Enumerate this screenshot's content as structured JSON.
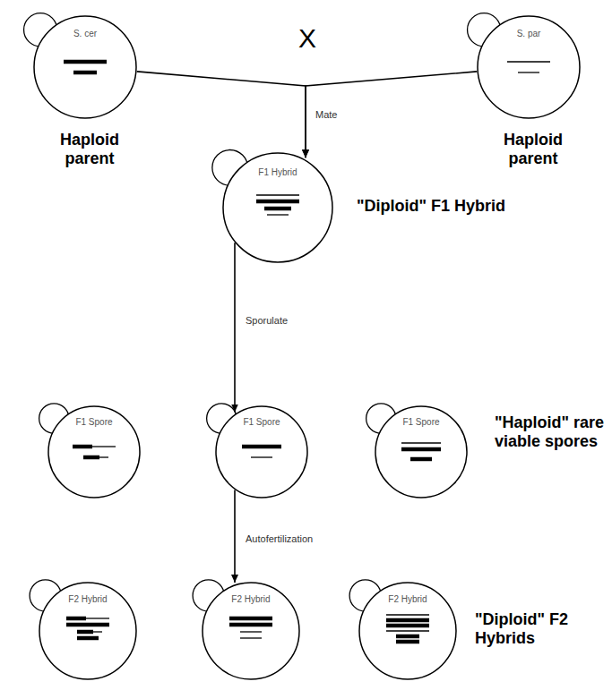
{
  "diagram": {
    "nodes": [
      {
        "text": [
          "S. cer"
        ]
      },
      {
        "text": [
          "S. par"
        ]
      },
      {
        "text": [
          "F1 Hybrid"
        ]
      },
      {
        "text": [
          "F1 Spore"
        ]
      },
      {
        "text": [
          "F1 Spore"
        ]
      },
      {
        "text": [
          "F1 Spore"
        ]
      },
      {
        "text": [
          "F2 Hybrid"
        ]
      },
      {
        "text": [
          "F2 Hybrid"
        ]
      },
      {
        "text": [
          "F2 Hybrid"
        ]
      }
    ],
    "edges": [
      {
        "from": 0,
        "to": 2,
        "arrow": "to",
        "label": "Mate"
      },
      {
        "from": 1,
        "to": 2,
        "arrow": "to"
      },
      {
        "from": 2,
        "to": 4,
        "arrow": "to",
        "label": "Sporulate"
      },
      {
        "from": 4,
        "to": 7,
        "arrow": "to",
        "label": "Autofertilization"
      }
    ],
    "labels": [
      "X",
      "Haploid parent",
      "Haploid parent",
      "\"Diploid\" F1 Hybrid",
      "\"Haploid\" rare viable spores",
      "\"Diploid\" F2 Hybrids"
    ]
  }
}
